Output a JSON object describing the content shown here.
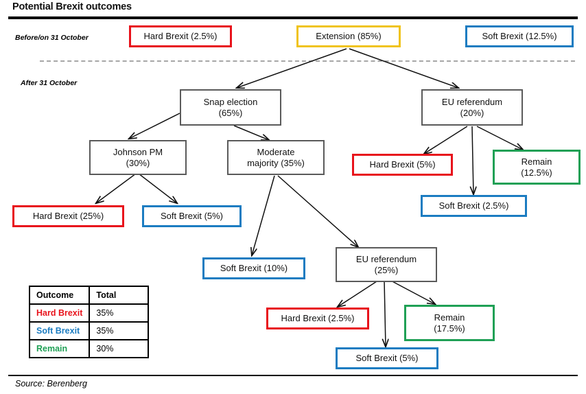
{
  "header": {
    "title": "Potential Brexit outcomes",
    "source": "Source: Berenberg"
  },
  "phases": [
    {
      "id": "before",
      "label": "Before/on 31 October"
    },
    {
      "id": "after",
      "label": "After 31 October"
    }
  ],
  "colors": {
    "hard_brexit": "#E8121B",
    "soft_brexit": "#1B7CC1",
    "remain": "#1FA055",
    "extension": "#F0C31A",
    "decision": "#5A5A5A",
    "divider": "#A6A6A6",
    "rule": "#000000"
  },
  "nodes": [
    {
      "id": "hard-brexit-top",
      "label": "Hard Brexit (2.5%)",
      "type": "hard",
      "value": "2.5%"
    },
    {
      "id": "extension",
      "label": "Extension (85%)",
      "type": "extension",
      "value": "85%"
    },
    {
      "id": "soft-brexit-top",
      "label": "Soft Brexit (12.5%)",
      "type": "soft",
      "value": "12.5%"
    },
    {
      "id": "snap-election",
      "label": "Snap election\n(65%)",
      "type": "decision",
      "value": "65%"
    },
    {
      "id": "eu-referendum-upper",
      "label": "EU referendum\n(20%)",
      "type": "decision",
      "value": "20%"
    },
    {
      "id": "johnson-pm",
      "label": "Johnson PM\n(30%)",
      "type": "decision",
      "value": "30%"
    },
    {
      "id": "moderate-majority",
      "label": "Moderate\nmajority (35%)",
      "type": "decision",
      "value": "35%"
    },
    {
      "id": "hard-brexit-ref-upper",
      "label": "Hard Brexit (5%)",
      "type": "hard",
      "value": "5%"
    },
    {
      "id": "remain-upper",
      "label": "Remain\n(12.5%)",
      "type": "remain",
      "value": "12.5%"
    },
    {
      "id": "soft-brexit-ref-upper",
      "label": "Soft Brexit (2.5%)",
      "type": "soft",
      "value": "2.5%"
    },
    {
      "id": "hard-brexit-johnson",
      "label": "Hard Brexit (25%)",
      "type": "hard",
      "value": "25%"
    },
    {
      "id": "soft-brexit-johnson",
      "label": "Soft Brexit (5%)",
      "type": "soft",
      "value": "5%"
    },
    {
      "id": "soft-brexit-moderate",
      "label": "Soft Brexit (10%)",
      "type": "soft",
      "value": "10%"
    },
    {
      "id": "eu-referendum-lower",
      "label": "EU referendum\n(25%)",
      "type": "decision",
      "value": "25%"
    },
    {
      "id": "hard-brexit-ref-lower",
      "label": "Hard Brexit (2.5%)",
      "type": "hard",
      "value": "2.5%"
    },
    {
      "id": "remain-lower",
      "label": "Remain\n(17.5%)",
      "type": "remain",
      "value": "17.5%"
    },
    {
      "id": "soft-brexit-ref-lower",
      "label": "Soft Brexit (5%)",
      "type": "soft",
      "value": "5%"
    }
  ],
  "edges": [
    {
      "from": "extension",
      "to": "snap-election"
    },
    {
      "from": "extension",
      "to": "eu-referendum-upper"
    },
    {
      "from": "snap-election",
      "to": "johnson-pm"
    },
    {
      "from": "snap-election",
      "to": "moderate-majority"
    },
    {
      "from": "johnson-pm",
      "to": "hard-brexit-johnson"
    },
    {
      "from": "johnson-pm",
      "to": "soft-brexit-johnson"
    },
    {
      "from": "moderate-majority",
      "to": "soft-brexit-moderate"
    },
    {
      "from": "moderate-majority",
      "to": "eu-referendum-lower"
    },
    {
      "from": "eu-referendum-upper",
      "to": "hard-brexit-ref-upper"
    },
    {
      "from": "eu-referendum-upper",
      "to": "soft-brexit-ref-upper"
    },
    {
      "from": "eu-referendum-upper",
      "to": "remain-upper"
    },
    {
      "from": "eu-referendum-lower",
      "to": "hard-brexit-ref-lower"
    },
    {
      "from": "eu-referendum-lower",
      "to": "soft-brexit-ref-lower"
    },
    {
      "from": "eu-referendum-lower",
      "to": "remain-lower"
    }
  ],
  "summary": {
    "headers": [
      "Outcome",
      "Total"
    ],
    "rows": [
      {
        "outcome": "Hard Brexit",
        "total": "35%"
      },
      {
        "outcome": "Soft Brexit",
        "total": "35%"
      },
      {
        "outcome": "Remain",
        "total": "30%"
      }
    ]
  }
}
